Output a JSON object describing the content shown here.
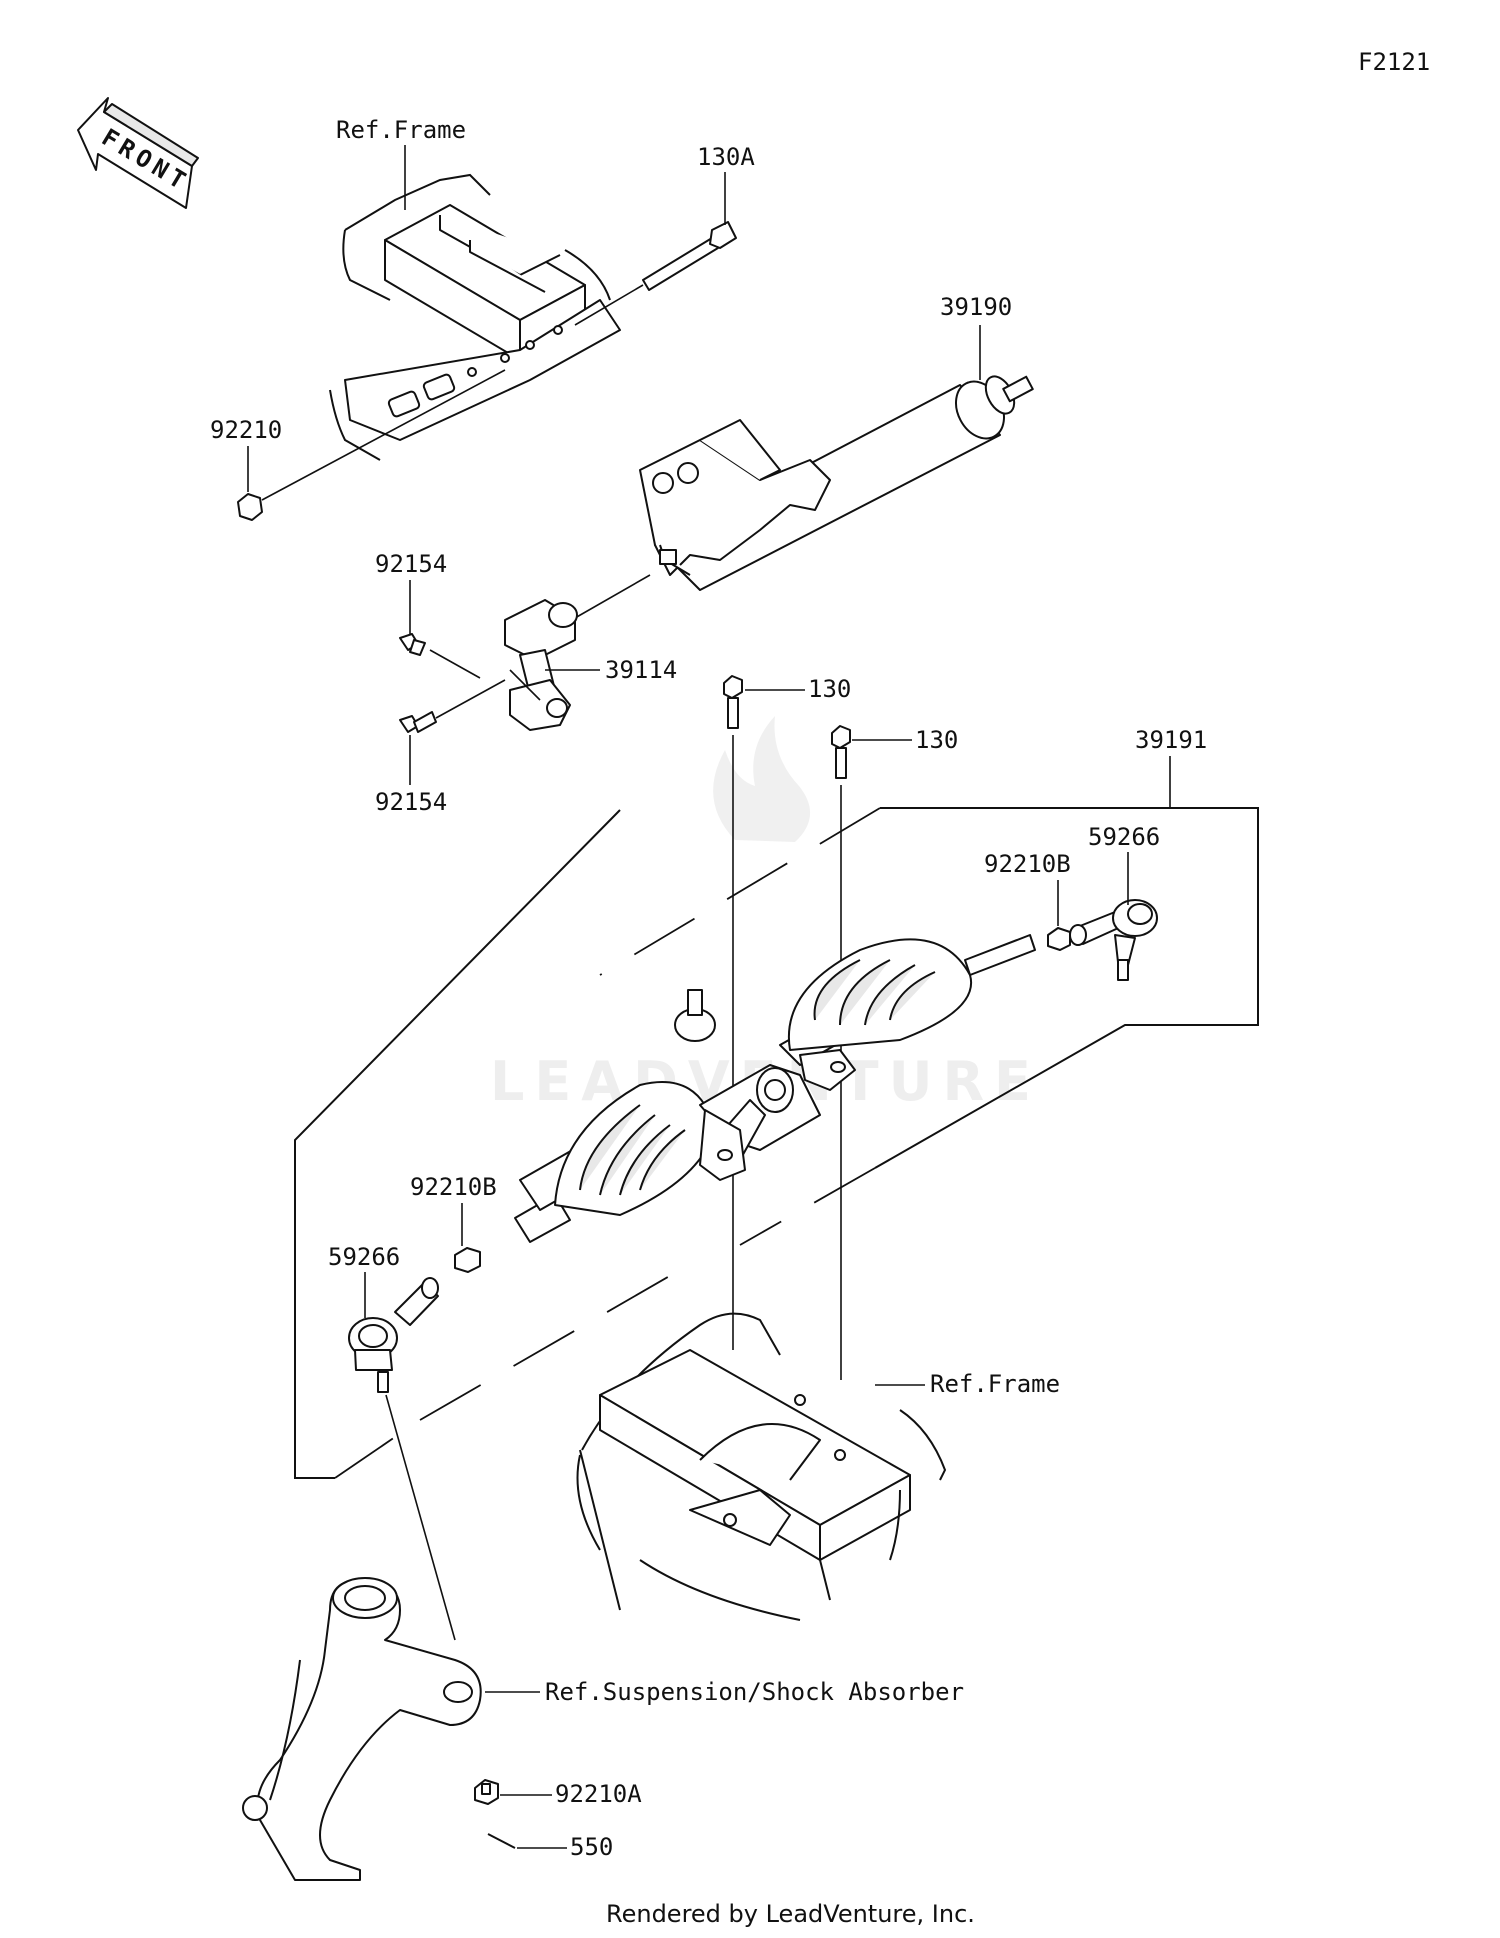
{
  "figure_id": "F2121",
  "front_label": "FRONT",
  "watermark": "LEADVENTURE",
  "footer": "Rendered by LeadVenture, Inc.",
  "callouts": {
    "ref_frame_top": "Ref.Frame",
    "p130a": "130A",
    "p39190": "39190",
    "p92210": "92210",
    "p92154_top": "92154",
    "p39114": "39114",
    "p92154_bottom": "92154",
    "p130_a": "130",
    "p130_b": "130",
    "p39191": "39191",
    "p59266_right": "59266",
    "p92210b_right": "92210B",
    "p92210b_left": "92210B",
    "p59266_left": "59266",
    "ref_frame_bottom": "Ref.Frame",
    "ref_suspension": "Ref.Suspension/Shock Absorber",
    "p92210a": "92210A",
    "p550": "550"
  }
}
